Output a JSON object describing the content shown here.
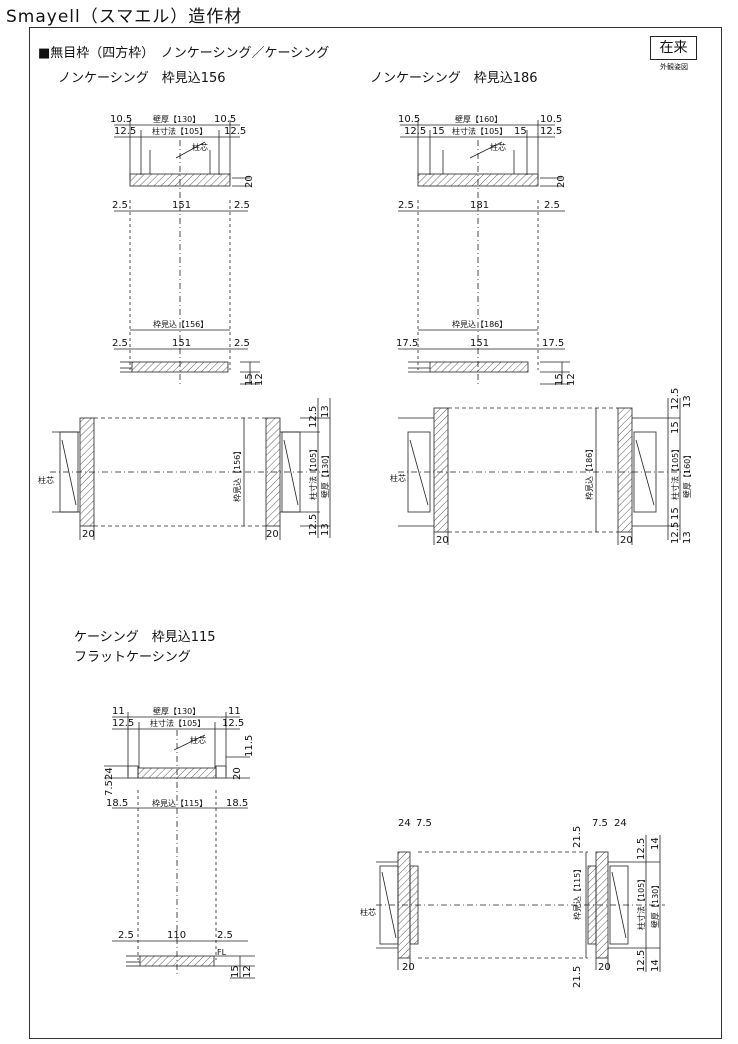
{
  "title": "Smayell（スマエル）造作材",
  "section": "■無目枠（四方枠）　ノンケーシング／ケーシング",
  "badge": "在来",
  "note": "外観姿図",
  "captions": {
    "nc156": "ノンケーシング　枠見込156",
    "nc186": "ノンケーシング　枠見込186",
    "casing1": "ケーシング　枠見込115",
    "casing2": "フラットケーシング"
  },
  "d156": {
    "a": "10.5",
    "wall": "壁厚【130】",
    "b": "10.5",
    "c": "12.5",
    "pillar": "柱寸法【105】",
    "d": "12.5",
    "core": "柱芯",
    "t20": "20",
    "e": "2.5",
    "w": "151",
    "f": "2.5",
    "depth": "枠見込【156】",
    "g": "2.5",
    "w2": "151",
    "h": "2.5",
    "v15": "15",
    "v12": "12"
  },
  "d186": {
    "a": "10.5",
    "wall": "壁厚【160】",
    "b": "10.5",
    "c": "12.5",
    "c2": "15",
    "pillar": "柱寸法【105】",
    "d2": "15",
    "d": "12.5",
    "core": "柱芯",
    "t20": "20",
    "e": "2.5",
    "w": "181",
    "f": "2.5",
    "depth": "枠見込【186】",
    "g": "17.5",
    "w2": "151",
    "h": "17.5",
    "v15": "15",
    "v12": "12"
  },
  "p156": {
    "v1": "12.5",
    "v2": "13",
    "depth": "枠見込【156】",
    "pillar": "柱寸法【105】",
    "wall": "壁厚【130】",
    "v3": "12.5",
    "v4": "13",
    "core": "柱芯",
    "b1": "20",
    "b2": "20"
  },
  "p186": {
    "v1": "12.5",
    "v2": "13",
    "v3": "15",
    "depth": "枠見込【186】",
    "pillar": "柱寸法【105】",
    "wall": "壁厚【160】",
    "v4": "15",
    "v5": "12.5",
    "v6": "13",
    "core": "柱芯",
    "b1": "20",
    "b2": "20"
  },
  "dc": {
    "a": "11",
    "wall": "壁厚【130】",
    "b": "11",
    "c": "12.5",
    "pillar": "柱寸法【105】",
    "d": "12.5",
    "core": "柱芯",
    "r1": "11.5",
    "l1": "24",
    "l2": "7.5",
    "r2": "20",
    "e": "18.5",
    "depth": "枠見込【115】",
    "f": "18.5",
    "g": "2.5",
    "w": "110",
    "h": "2.5",
    "fl": "FL",
    "v15": "15",
    "v12": "12"
  },
  "pc": {
    "t1": "24",
    "t2": "7.5",
    "t3": "7.5",
    "t4": "24",
    "v1": "21.5",
    "v2": "12.5",
    "v3": "14",
    "depth": "枠見込【115】",
    "pillar": "柱寸法【105】",
    "wall": "壁厚【130】",
    "v4": "21.5",
    "v5": "12.5",
    "v6": "14",
    "core": "柱芯",
    "b1": "20",
    "b2": "20"
  }
}
